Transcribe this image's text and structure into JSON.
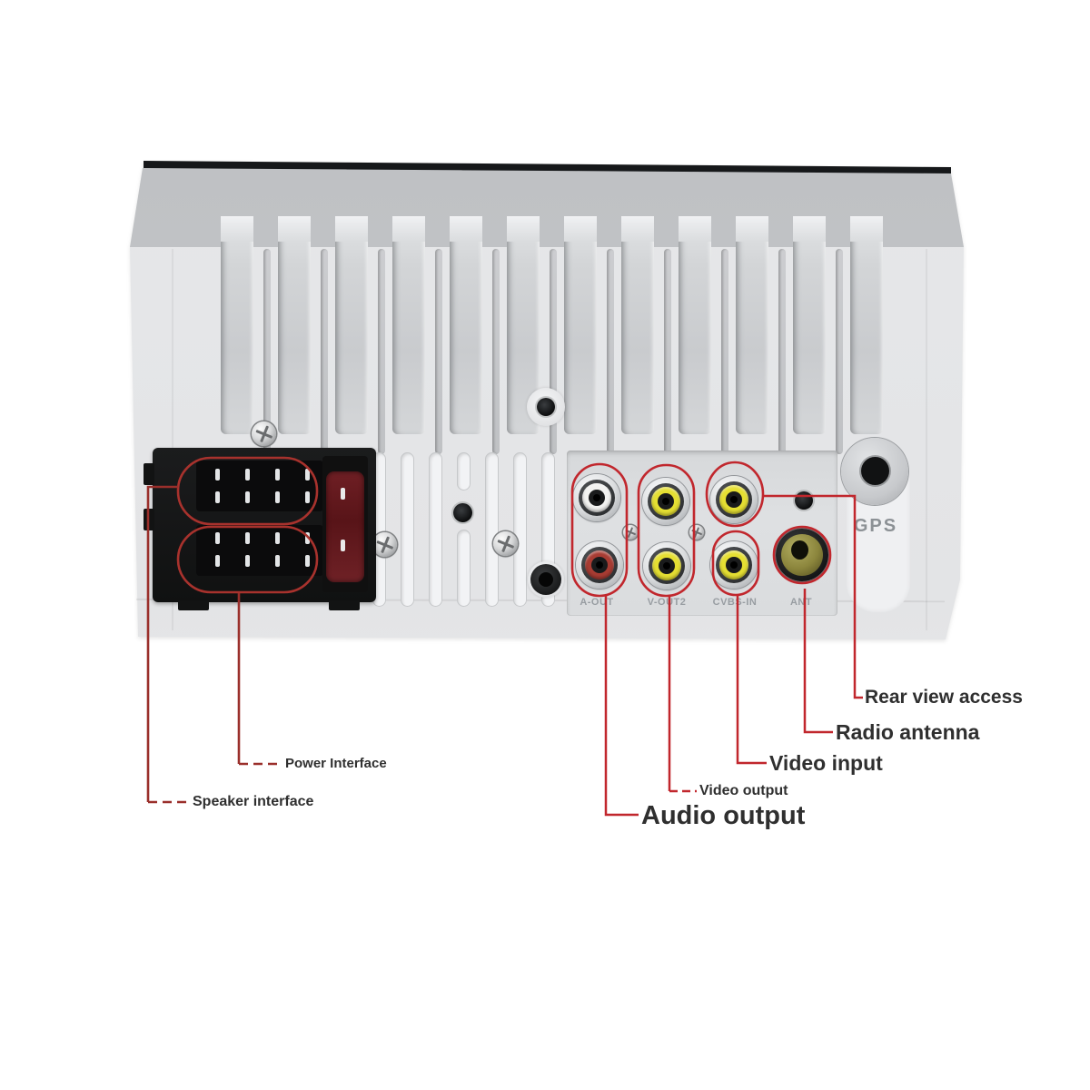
{
  "panel": {
    "gps_label": "GPS",
    "port_labels": [
      "A-OUT",
      "V-OUT2",
      "CVBS-IN",
      "ANT"
    ]
  },
  "callouts": {
    "speaker_interface": "Speaker interface",
    "power_interface": "Power Interface",
    "audio_output": "Audio output",
    "video_output": "Video output",
    "video_input": "Video input",
    "radio_antenna": "Radio antenna",
    "rear_view_access": "Rear view access"
  },
  "colors": {
    "annotation_red": "#c1272d",
    "leader_red_dark": "#9a2f2b",
    "label_text": "#2f2f2f",
    "panel_text_gray": "#989da2",
    "chassis_light": "#e7e8ea",
    "chassis_bevel": "#c6c8cb",
    "top_edge_dark": "#17191b",
    "rca_white": "#f3f3f1",
    "rca_yellow": "#e5df33",
    "rca_red": "#a83c33",
    "ant_olive": "#8f8a41"
  }
}
